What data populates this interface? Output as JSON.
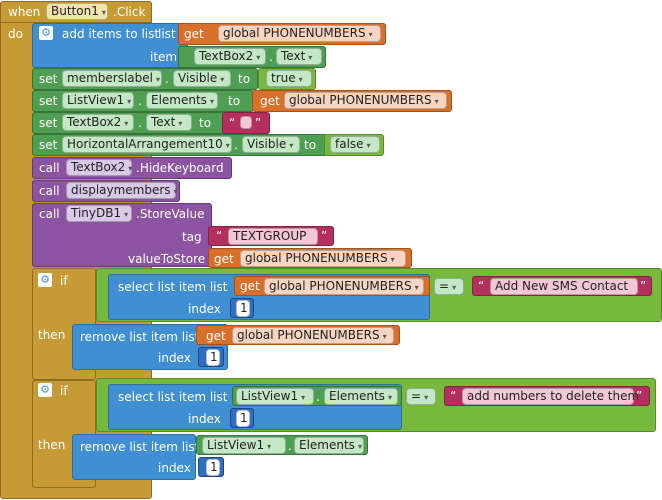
{
  "event": {
    "when": "when",
    "component": "Button1",
    "event_name": ".Click",
    "do": "do"
  },
  "add_items": {
    "title": "add items to list",
    "list_label": "list",
    "get": "get",
    "list_var": "global PHONENUMBERS",
    "item_label": "item",
    "item_component": "TextBox2",
    "item_property": "Text"
  },
  "set_members": {
    "set": "set",
    "component": "memberslabel",
    "property": "Visible",
    "to": "to",
    "value": "true"
  },
  "set_listview": {
    "set": "set",
    "component": "ListView1",
    "property": "Elements",
    "to": "to",
    "get": "get",
    "var": "global PHONENUMBERS"
  },
  "set_textbox": {
    "set": "set",
    "component": "TextBox2",
    "property": "Text",
    "to": "to",
    "quote_open": "“",
    "quote_close": "”"
  },
  "set_horizontal": {
    "set": "set",
    "component": "HorizontalArrangement10",
    "property": "Visible",
    "to": "to",
    "value": "false"
  },
  "hide_keyboard": {
    "call": "call",
    "component": "TextBox2",
    "method": ".HideKeyboard"
  },
  "call_display": {
    "call": "call",
    "procedure": "displaymembers"
  },
  "store_value": {
    "call": "call",
    "component": "TinyDB1",
    "method": ".StoreValue",
    "tag_label": "tag",
    "tag_value": "TEXTGROUP",
    "value_label": "valueToStore",
    "get": "get",
    "var": "global PHONENUMBERS"
  },
  "if1": {
    "if": "if",
    "select_title": "select list item  list",
    "get": "get",
    "list_var": "global PHONENUMBERS",
    "index_label": "index",
    "index_value": "1",
    "operator": "=",
    "compare_text": "Add New SMS Contact",
    "then": "then",
    "remove_title": "remove list item  list",
    "remove_get": "get",
    "remove_var": "global PHONENUMBERS",
    "remove_index_label": "index",
    "remove_index_value": "1"
  },
  "if2": {
    "if": "if",
    "select_title": "select list item  list",
    "list_component": "ListView1",
    "list_property": "Elements",
    "index_label": "index",
    "index_value": "1",
    "operator": "=",
    "compare_text": "add numbers to delete them",
    "then": "then",
    "remove_title": "remove list item  list",
    "remove_component": "ListView1",
    "remove_property": "Elements",
    "remove_index_label": "index",
    "remove_index_value": "1"
  },
  "icons": {
    "gear": "⚙",
    "dropdown": "▾"
  },
  "colors": {
    "event": "#c69b35",
    "lists": "#3f8fd2",
    "components_set": "#4f9f53",
    "components_call": "#8c54a0",
    "variables": "#d8702b",
    "text": "#b3305e",
    "logic": "#76b93c",
    "control": "#c69b35",
    "math": "#2f6fbf"
  }
}
